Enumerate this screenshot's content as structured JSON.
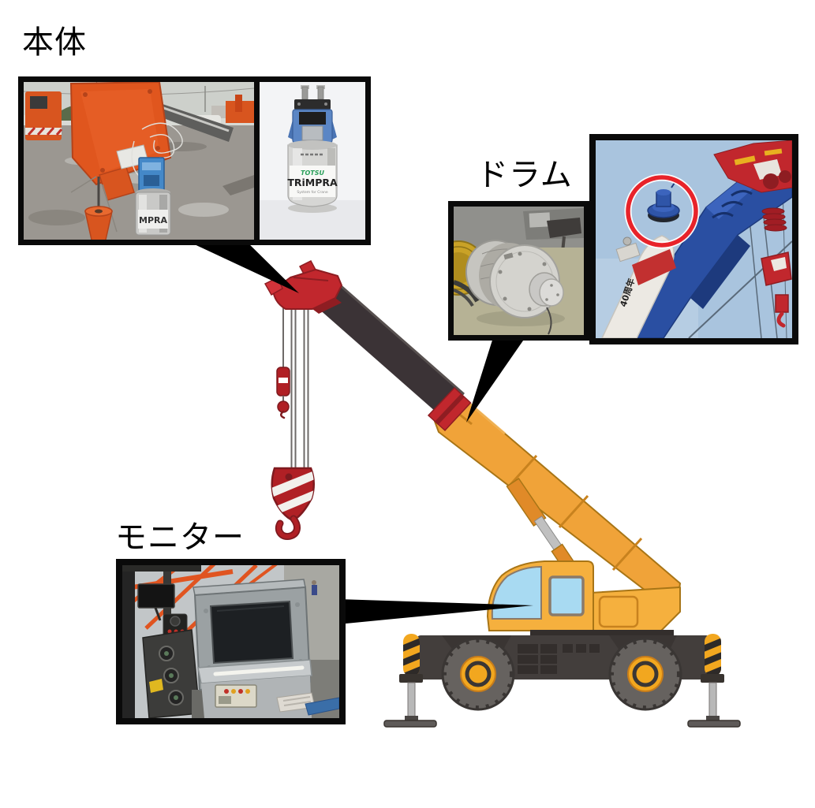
{
  "diagram": {
    "labels": {
      "main_unit": "本体",
      "drum": "ドラム",
      "monitor": "モニター"
    },
    "device": {
      "brand": "TOTSU",
      "product": "TRiMPRA",
      "product_partial": "MPRA",
      "tagline": "System for Crane",
      "boom_text": "40周年"
    },
    "colors": {
      "boom_orange": "#F0A339",
      "cab_yellow": "#F5B03E",
      "boom_dark": "#3B3336",
      "accent_red": "#C1272D",
      "cab_window_blue": "#A8DAF2",
      "chassis_dark": "#433E3C",
      "hub_yellow": "#F2A71F",
      "photo_sky_blue": "#A9C4DE",
      "boom_photo_blue": "#2A4FA2",
      "callout_black": "#000000"
    }
  }
}
